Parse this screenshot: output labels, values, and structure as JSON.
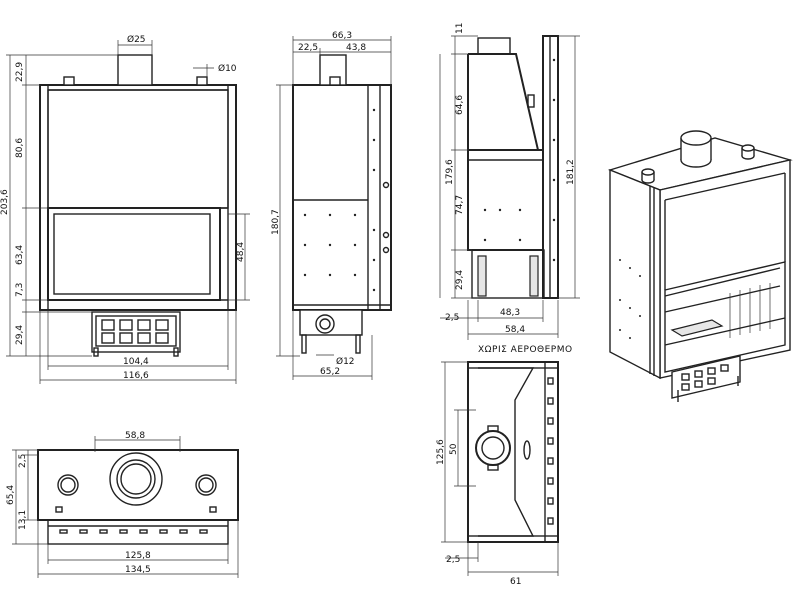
{
  "front_view": {
    "width_total": "116,6",
    "width_inner": "104,4",
    "flue_diameter": "Ø25",
    "pipe_diameter": "Ø10",
    "height_total": "203,6",
    "top_offset": "22,9",
    "hood_height": "80,6",
    "opening_height": "63,4",
    "glass_height": "48,4",
    "base_offset": "7,3",
    "base_height": "29,4"
  },
  "side_view": {
    "depth_total": "66,3",
    "flue_offset": "22,5",
    "flue_to_back": "43,8",
    "height": "180,7",
    "inlet_diameter": "Ø12",
    "depth_bottom": "65,2"
  },
  "rear_view": {
    "top_gap": "11",
    "hood_height": "64,6",
    "body_height": "179,6",
    "total_height": "181,2",
    "mid_height": "74,7",
    "base_height": "29,4",
    "left_gap": "2,5",
    "inner_depth": "48,3",
    "outer_depth": "58,4"
  },
  "top_view": {
    "flue_width": "58,8",
    "depth": "65,4",
    "front_offset": "2,5",
    "front_lip": "13,1",
    "inner_width": "125,8",
    "outer_width": "134,5"
  },
  "section_view": {
    "title": "ΧΩΡΙΣ ΑΕΡΟΘΕΡΜΟ",
    "height": "125,6",
    "inner_height": "50",
    "left_gap": "2,5",
    "width": "61"
  }
}
